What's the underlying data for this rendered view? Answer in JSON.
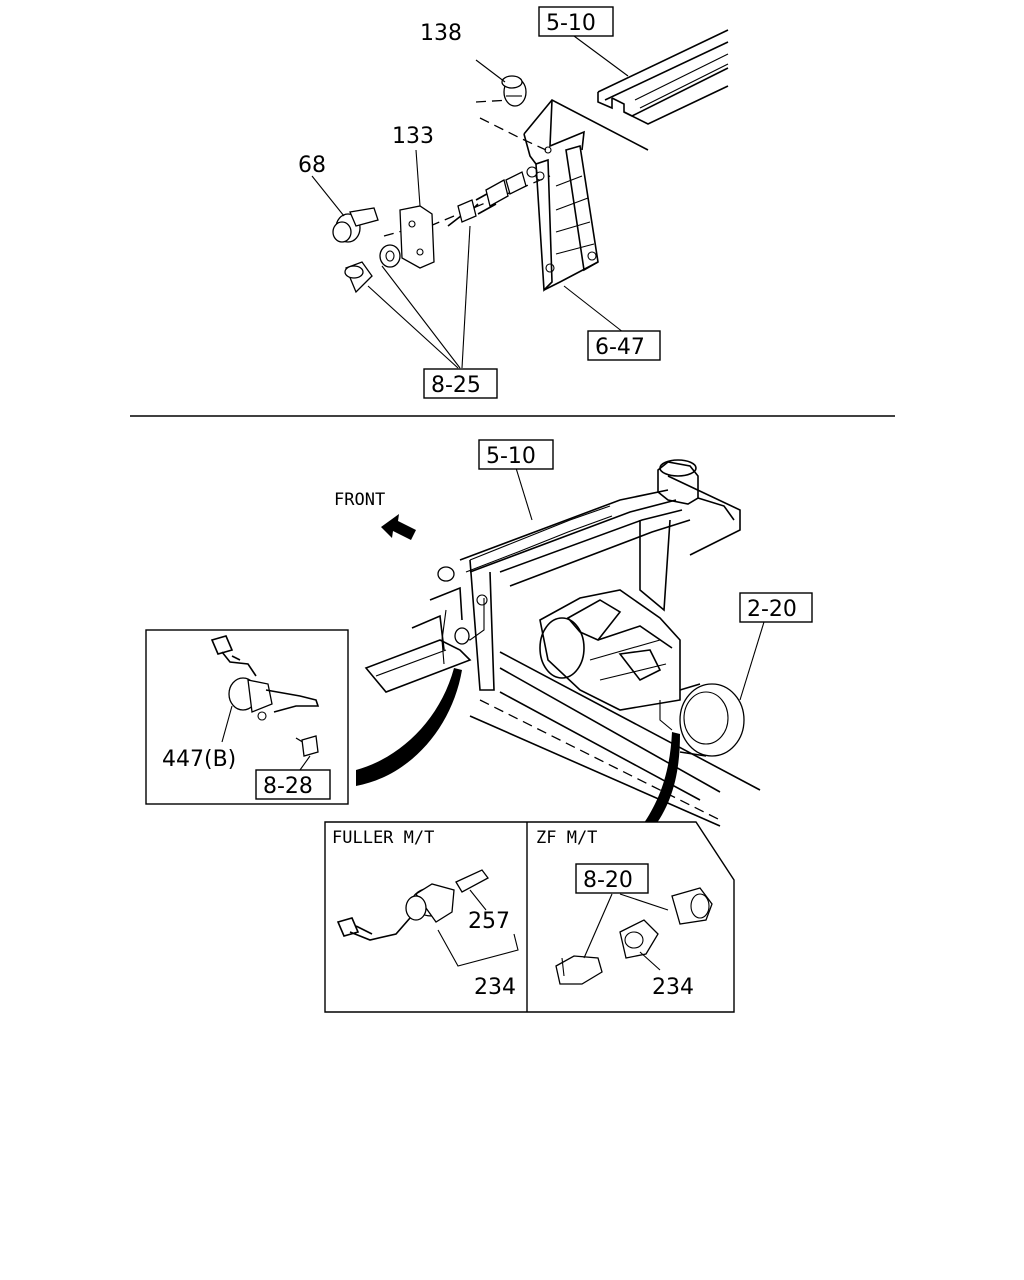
{
  "top_view": {
    "refs": {
      "ref_5_10": "5-10",
      "ref_6_47": "6-47",
      "ref_8_25": "8-25"
    },
    "callouts": {
      "n138": "138",
      "n133": "133",
      "n68": "68"
    }
  },
  "bottom_view": {
    "front_label": "FRONT",
    "refs": {
      "ref_5_10": "5-10",
      "ref_2_20": "2-20",
      "ref_8_28": "8-28"
    },
    "callouts": {
      "n447b": "447(B)"
    },
    "fuller": {
      "title": "FULLER M/T",
      "n257": "257",
      "n234": "234"
    },
    "zf": {
      "title": "ZF M/T",
      "ref_8_20": "8-20",
      "n234": "234"
    }
  }
}
